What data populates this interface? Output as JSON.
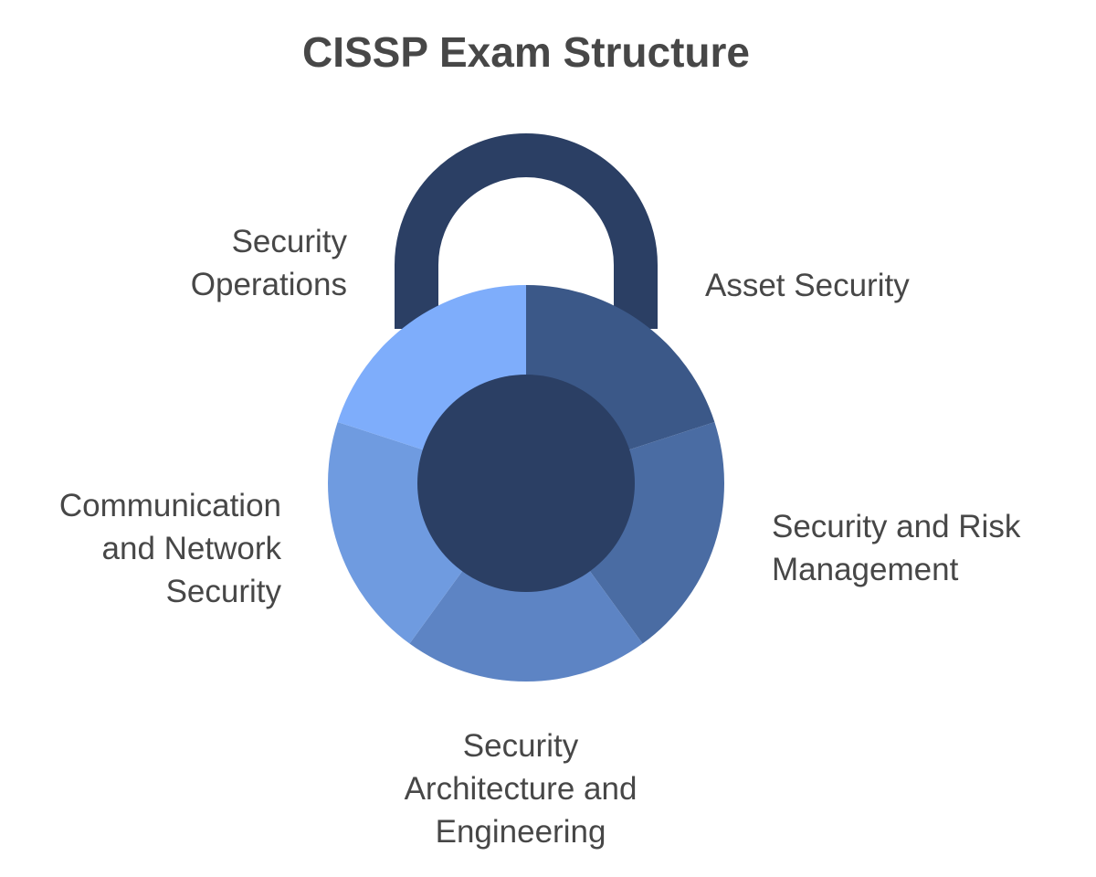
{
  "title": "CISSP Exam Structure",
  "colors": {
    "shackle": "#2b3f64",
    "core": "#2b3f64",
    "text": "#474747",
    "background": "#ffffff"
  },
  "segments": [
    {
      "id": "asset",
      "label": "Asset Security",
      "color": "#3b5888"
    },
    {
      "id": "risk",
      "label": "Security and Risk\nManagement",
      "color": "#4a6ca3"
    },
    {
      "id": "arch",
      "label": "Security\nArchitecture and\nEngineering",
      "color": "#5d84c4"
    },
    {
      "id": "comm",
      "label": "Communication\nand Network\nSecurity",
      "color": "#6f9be0"
    },
    {
      "id": "ops",
      "label": "Security\nOperations",
      "color": "#7eadfb"
    }
  ]
}
